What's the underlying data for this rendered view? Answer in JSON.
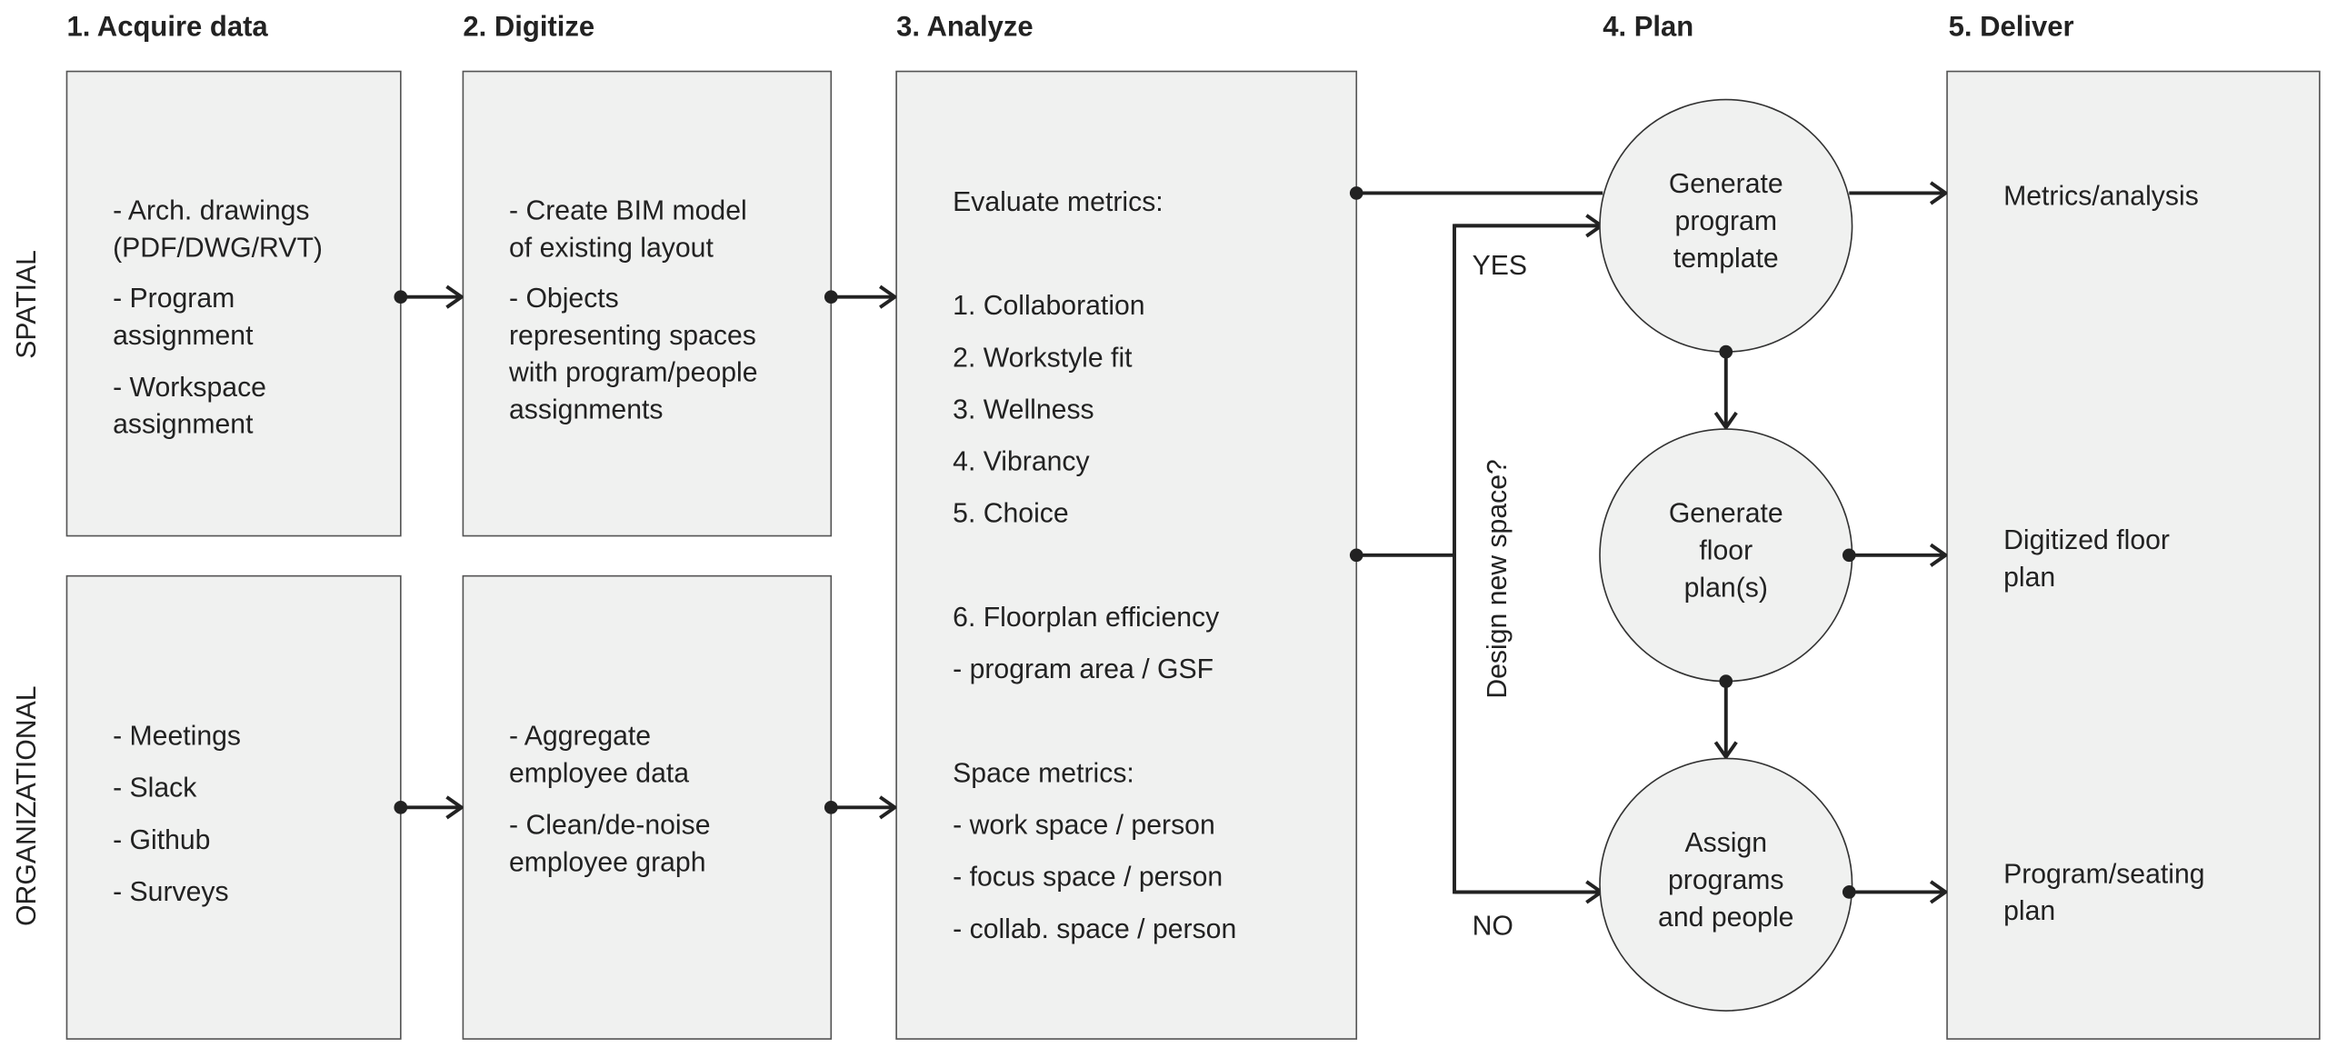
{
  "headers": [
    "1. Acquire data",
    "2. Digitize",
    "3. Analyze",
    "4. Plan",
    "5. Deliver"
  ],
  "row_labels": {
    "spatial": "SPATIAL",
    "organizational": "ORGANIZATIONAL"
  },
  "acquire": {
    "spatial": [
      "- Arch. drawings",
      "(PDF/DWG/RVT)",
      "- Program",
      "assignment",
      "- Workspace",
      "assignment"
    ],
    "organizational": [
      "- Meetings",
      "- Slack",
      "- Github",
      "- Surveys"
    ]
  },
  "digitize": {
    "spatial": [
      "- Create BIM model",
      "of existing layout",
      "- Objects",
      "representing spaces",
      "with program/people",
      "assignments"
    ],
    "organizational": [
      "- Aggregate",
      "employee data",
      "- Clean/de-noise",
      "employee graph"
    ]
  },
  "analyze": [
    "Evaluate metrics:",
    "1. Collaboration",
    "2. Workstyle fit",
    "3. Wellness",
    "4. Vibrancy",
    "5. Choice",
    "6. Floorplan efficiency",
    "- program area / GSF",
    "Space metrics:",
    "- work space / person",
    "- focus space / person",
    "- collab. space / person"
  ],
  "plan": {
    "nodes": [
      [
        "Generate",
        "program",
        "template"
      ],
      [
        "Generate",
        "floor",
        "plan(s)"
      ],
      [
        "Assign",
        "programs",
        "and people"
      ]
    ],
    "decision": "Design new space?",
    "yes": "YES",
    "no": "NO"
  },
  "deliver": [
    [
      "Metrics/analysis"
    ],
    [
      "Digitized floor",
      "plan"
    ],
    [
      "Program/seating",
      "plan"
    ]
  ]
}
